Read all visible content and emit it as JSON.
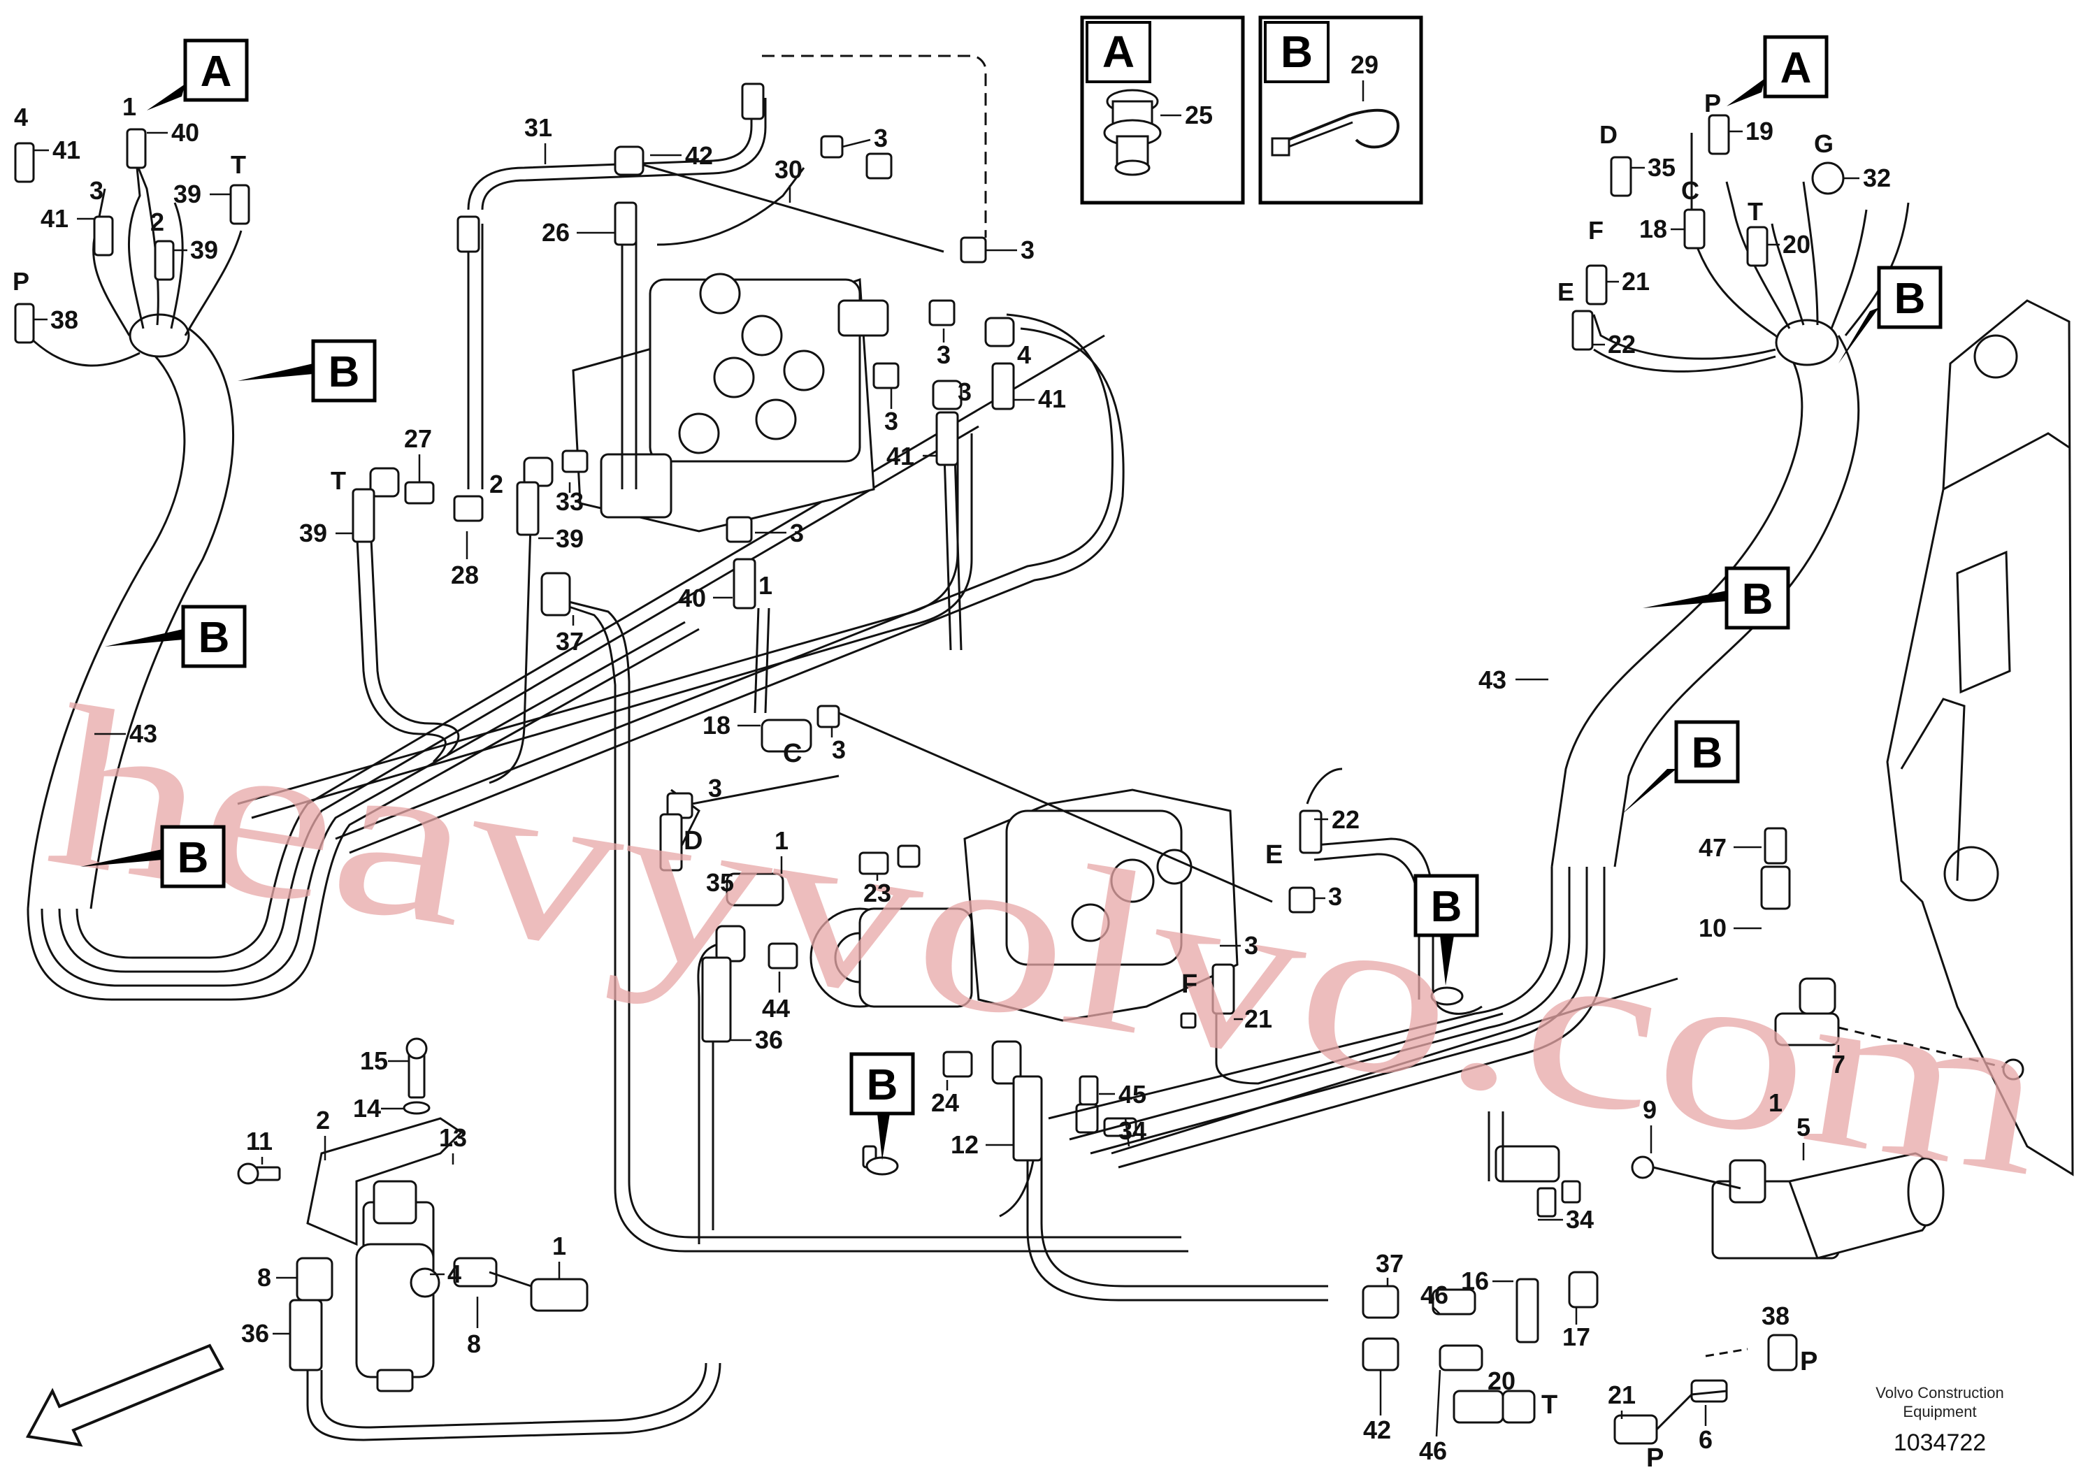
{
  "callouts": [
    {
      "text": "A"
    },
    {
      "text": "B"
    },
    {
      "text": "B"
    },
    {
      "text": "B"
    },
    {
      "text": "A"
    },
    {
      "text": "B"
    },
    {
      "text": "B"
    },
    {
      "text": "B"
    },
    {
      "text": "B"
    },
    {
      "text": "B"
    }
  ],
  "legend": [
    {
      "letter": "A",
      "part": "25",
      "icon": "union-fitting-icon"
    },
    {
      "letter": "B",
      "part": "29",
      "icon": "cable-tie-icon"
    }
  ],
  "labels": [
    "4",
    "41",
    "1",
    "40",
    "3",
    "41",
    "39",
    "T",
    "2",
    "39",
    "P",
    "38",
    "43",
    "31",
    "42",
    "30",
    "3",
    "26",
    "3",
    "3",
    "4",
    "41",
    "3",
    "3",
    "41",
    "27",
    "T",
    "39",
    "2",
    "33",
    "39",
    "28",
    "3",
    "37",
    "40",
    "1",
    "P",
    "19",
    "D",
    "35",
    "G",
    "32",
    "C",
    "18",
    "T",
    "20",
    "F",
    "21",
    "E",
    "22",
    "43",
    "47",
    "10",
    "18",
    "3",
    "C",
    "3",
    "D",
    "35",
    "1",
    "23",
    "22",
    "E",
    "3",
    "44",
    "36",
    "3",
    "F",
    "21",
    "24",
    "45",
    "34",
    "12",
    "7",
    "1",
    "15",
    "14",
    "11",
    "2",
    "13",
    "8",
    "4",
    "1",
    "36",
    "8",
    "9",
    "5",
    "34",
    "37",
    "46",
    "16",
    "17",
    "38",
    "P",
    "42",
    "46",
    "20",
    "T",
    "21",
    "P",
    "6"
  ],
  "watermark": "heavyvolvo.com",
  "footer": {
    "line1": "Volvo Construction",
    "line2": "Equipment",
    "doc_number": "1034722"
  }
}
